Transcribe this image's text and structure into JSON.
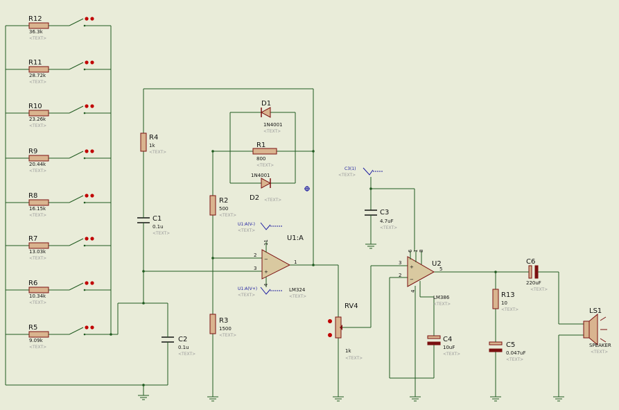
{
  "switch_resistors": [
    {
      "ref": "R12",
      "value": "36.3k"
    },
    {
      "ref": "R11",
      "value": "28.72k"
    },
    {
      "ref": "R10",
      "value": "23.26k"
    },
    {
      "ref": "R9",
      "value": "20.44k"
    },
    {
      "ref": "R8",
      "value": "16.15k"
    },
    {
      "ref": "R7",
      "value": "13.03k"
    },
    {
      "ref": "R6",
      "value": "10.34k"
    },
    {
      "ref": "R5",
      "value": "9.09k"
    }
  ],
  "text_placeholder": "<TEXT>",
  "components": {
    "r4": {
      "ref": "R4",
      "value": "1k"
    },
    "c1": {
      "ref": "C1",
      "value": "0.1u"
    },
    "c2": {
      "ref": "C2",
      "value": "0.1u"
    },
    "r2": {
      "ref": "R2",
      "value": "500"
    },
    "r3": {
      "ref": "R3",
      "value": "1500"
    },
    "d1": {
      "ref": "D1",
      "value": "1N4001"
    },
    "d2": {
      "ref": "D2",
      "value": "1N4001"
    },
    "r1": {
      "ref": "R1",
      "value": "800"
    },
    "u1": {
      "ref": "U1:A",
      "value": "LM324"
    },
    "rv4": {
      "ref": "RV4",
      "value": "1k"
    },
    "c3": {
      "ref": "C3",
      "value": "4.7uF"
    },
    "u2": {
      "ref": "U2",
      "value": "LM386"
    },
    "c4": {
      "ref": "C4",
      "value": "10uF"
    },
    "r13": {
      "ref": "R13",
      "value": "10"
    },
    "c5": {
      "ref": "C5",
      "value": "0.047uF"
    },
    "c6": {
      "ref": "C6",
      "value": "220uF"
    },
    "ls1": {
      "ref": "LS1",
      "value": "SPEAKER"
    }
  },
  "probes": {
    "u1_vminus": "U1:A(V-)",
    "u1_vplus": "U1:A(V+)",
    "c3_node": "C3(1)"
  },
  "pins": {
    "u1_pin11": "11",
    "u1_pin2": "2",
    "u1_pin3": "3",
    "u1_pin1": "1",
    "u1_pin4": "4",
    "u2_pin3": "3",
    "u2_pin2": "2",
    "u2_pin5": "5",
    "u2_pin6": "6",
    "u2_pin8": "8",
    "u2_pin1": "1",
    "u2_pin4": "4"
  },
  "colors": {
    "background": "#e9ecd9",
    "wire": "#1f5a1f",
    "resistor_fill": "#d9b48f",
    "component_outline": "#7a1010",
    "opamp_fill": "#d9c9a0",
    "probe": "#1a1aa0",
    "switch_contact": "#c00000"
  }
}
